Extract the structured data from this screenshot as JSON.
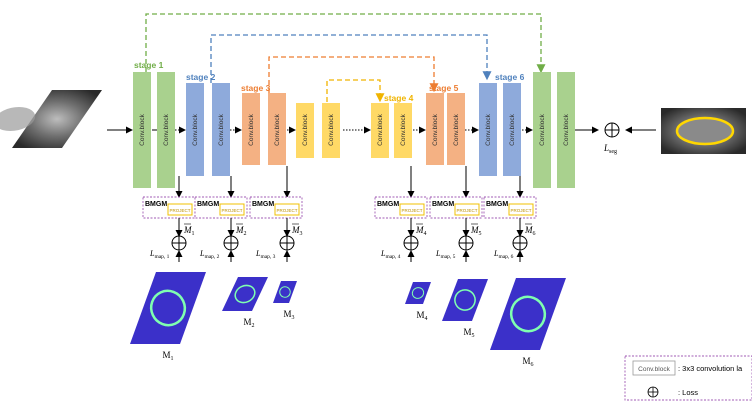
{
  "stages": [
    {
      "label": "stage 1",
      "color": "#70ad47"
    },
    {
      "label": "stage 2",
      "color": "#4f81bd"
    },
    {
      "label": "stage 3",
      "color": "#ed7d31"
    },
    {
      "label": "stage 4",
      "color": "#f0b400"
    },
    {
      "label": "stage 5",
      "color": "#ed7d31"
    },
    {
      "label": "stage 6",
      "color": "#4f81bd"
    }
  ],
  "block_label": "Conv.block",
  "bmgm_label": "BMGM",
  "project_label": "PROJECT",
  "m_hat_labels": [
    "M",
    "M",
    "M",
    "M",
    "M",
    "M"
  ],
  "m_hat_subs": [
    "1",
    "2",
    "3",
    "4",
    "5",
    "6"
  ],
  "loss_labels": [
    "L",
    "L",
    "L",
    "L",
    "L",
    "L"
  ],
  "loss_subs": [
    "map, 1",
    "map, 2",
    "map, 3",
    "map, 4",
    "map, 5",
    "map, 6"
  ],
  "map_labels": [
    "M",
    "M",
    "M",
    "M",
    "M",
    "M"
  ],
  "seg_loss": {
    "main": "L",
    "sub": "seg"
  },
  "legend": {
    "block_text": "Conv.block",
    "block_desc": ": 3x3 convolution la",
    "loss_desc": ": Loss"
  },
  "colors": {
    "green": "#a9d18e",
    "blue": "#8eaadb",
    "orange": "#f4b183",
    "yellow": "#ffd966",
    "purple": "#a05bb4",
    "map_bg": "#3b30c9"
  }
}
